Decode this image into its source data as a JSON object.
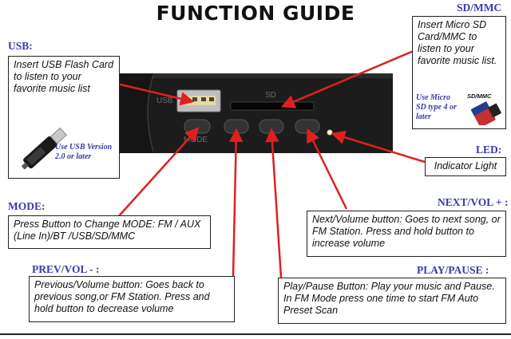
{
  "title": "FUNCTION GUIDE",
  "usb": {
    "heading": "USB:",
    "text": "Insert USB Flash Card to listen to your favorite music list",
    "note": "Use USB Version 2.0 or later"
  },
  "sdmmc": {
    "heading": "SD/MMC",
    "text": "Insert Micro SD Card/MMC to listen to your favorite music list.",
    "note": "Use Micro SD type 4 or later",
    "card_label": "SD/MMC"
  },
  "led": {
    "heading": "LED:",
    "text": "Indicator Light"
  },
  "mode": {
    "heading": "MODE:",
    "text": "Press Button to Change MODE: FM / AUX (Line In)/BT /USB/SD/MMC"
  },
  "next": {
    "heading": "NEXT/VOL + :",
    "text": "Next/Volume button: Goes to next song, or FM Station. Press and hold button to increase volume"
  },
  "prev": {
    "heading": "PREV/VOL - :",
    "text": "Previous/Volume button: Goes back to previous song,or FM Station. Press and hold button to decrease volume"
  },
  "play": {
    "heading": "PLAY/PAUSE :",
    "text": "Play/Pause Button: Play your music and Pause. In FM Mode press one time to start FM Auto Preset Scan"
  },
  "panel": {
    "usb_label": "USB",
    "sd_label": "SD",
    "mode_label": "MODE"
  },
  "colors": {
    "heading": "#3b3aa8",
    "arrow": "#e02020",
    "panel": "#1d1d1d"
  }
}
